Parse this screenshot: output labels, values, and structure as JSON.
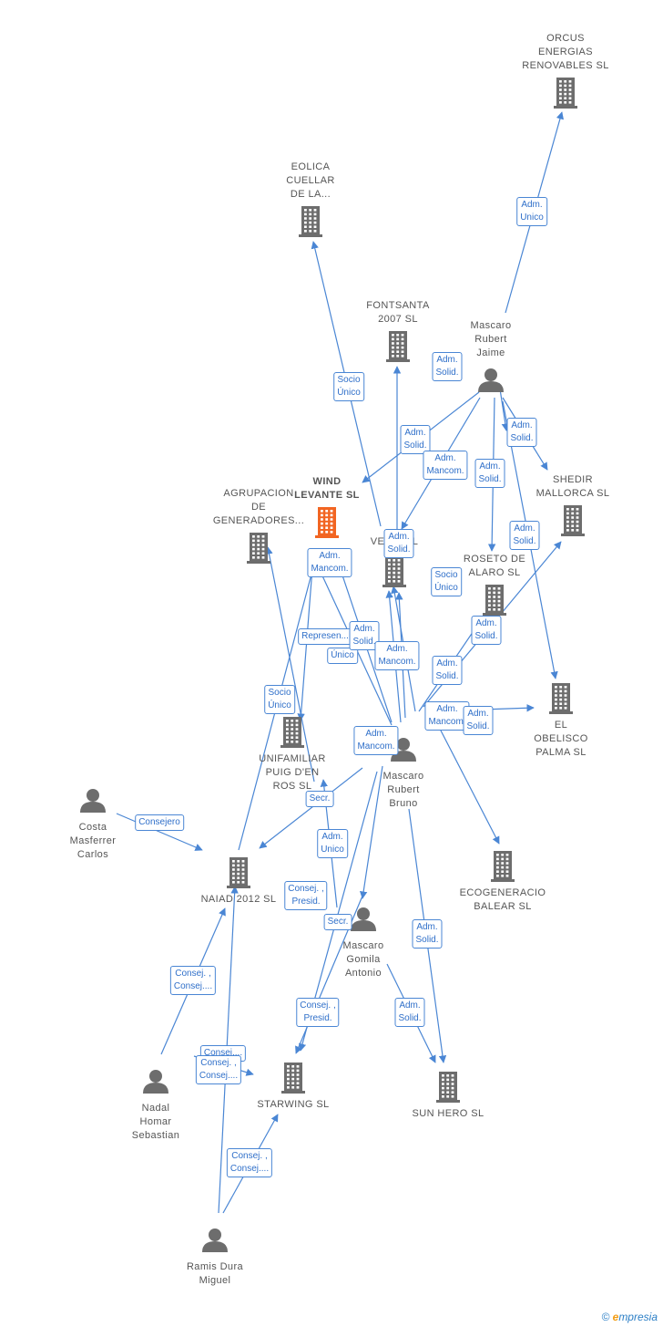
{
  "colors": {
    "edge": "#4a86d4",
    "node": "#6d6d6d",
    "focus": "#f26522"
  },
  "nodes": [
    {
      "id": "orcus",
      "type": "company",
      "lines": [
        "ORCUS",
        "ENERGIAS",
        "RENOVABLES SL"
      ]
    },
    {
      "id": "eolica",
      "type": "company",
      "lines": [
        "EOLICA",
        "CUELLAR",
        "DE LA..."
      ]
    },
    {
      "id": "fontsanta",
      "type": "company",
      "lines": [
        "FONTSANTA",
        "2007 SL"
      ]
    },
    {
      "id": "wind",
      "type": "focus",
      "lines": [
        "WIND",
        "LEVANTE  SL"
      ]
    },
    {
      "id": "agrupacion",
      "type": "company",
      "lines": [
        "AGRUPACION",
        "DE",
        "GENERADORES..."
      ]
    },
    {
      "id": "vegas",
      "type": "company",
      "lines": [
        "VEG...  SL"
      ]
    },
    {
      "id": "shedir",
      "type": "company",
      "lines": [
        "SHEDIR",
        "MALLORCA SL"
      ]
    },
    {
      "id": "roseto",
      "type": "company",
      "lines": [
        "ROSETO DE",
        "ALARO  SL"
      ]
    },
    {
      "id": "obelisco",
      "type": "company",
      "lines": [
        "EL",
        "OBELISCO",
        "PALMA SL"
      ]
    },
    {
      "id": "unifamiliar",
      "type": "company",
      "lines": [
        "UNIFAMILIAR",
        "PUIG D'EN",
        "ROS  SL"
      ]
    },
    {
      "id": "ecogeneracio",
      "type": "company",
      "lines": [
        "ECOGENERACIO",
        "BALEAR  SL"
      ]
    },
    {
      "id": "naiad",
      "type": "company",
      "lines": [
        "NAIAD 2012 SL"
      ]
    },
    {
      "id": "starwing",
      "type": "company",
      "lines": [
        "STARWING  SL"
      ]
    },
    {
      "id": "sunhero",
      "type": "company",
      "lines": [
        "SUN HERO  SL"
      ]
    },
    {
      "id": "jaime",
      "type": "person",
      "lines": [
        "Mascaro",
        "Rubert",
        "Jaime"
      ]
    },
    {
      "id": "bruno",
      "type": "person",
      "lines": [
        "Mascaro",
        "Rubert",
        "Bruno"
      ]
    },
    {
      "id": "antonio",
      "type": "person",
      "lines": [
        "Mascaro",
        "Gomila",
        "Antonio"
      ]
    },
    {
      "id": "costa",
      "type": "person",
      "lines": [
        "Costa",
        "Masferrer",
        "Carlos"
      ]
    },
    {
      "id": "nadal",
      "type": "person",
      "lines": [
        "Nadal",
        "Homar",
        "Sebastian"
      ]
    },
    {
      "id": "ramis",
      "type": "person",
      "lines": [
        "Ramis Dura",
        "Miguel"
      ]
    }
  ],
  "relations": [
    {
      "id": "r1",
      "lines": [
        "Adm.",
        "Unico"
      ]
    },
    {
      "id": "r2",
      "lines": [
        "Socio",
        "Único"
      ]
    },
    {
      "id": "r3",
      "lines": [
        "Adm.",
        "Solid."
      ]
    },
    {
      "id": "r4",
      "lines": [
        "Adm.",
        "Solid."
      ]
    },
    {
      "id": "r5",
      "lines": [
        "Adm.",
        "Solid."
      ]
    },
    {
      "id": "r6",
      "lines": [
        "Adm.",
        "Mancom."
      ]
    },
    {
      "id": "r7",
      "lines": [
        "Adm.",
        "Solid."
      ]
    },
    {
      "id": "r8",
      "lines": [
        "Adm.",
        "Solid."
      ]
    },
    {
      "id": "r9",
      "lines": [
        "Adm.",
        "Solid."
      ]
    },
    {
      "id": "r10",
      "lines": [
        "Adm.",
        "Mancom."
      ]
    },
    {
      "id": "r11",
      "lines": [
        "Socio",
        "Único"
      ]
    },
    {
      "id": "r12",
      "lines": [
        "Adm.",
        "Solid."
      ]
    },
    {
      "id": "r13",
      "lines": [
        "Represen..."
      ]
    },
    {
      "id": "r14",
      "lines": [
        "Único"
      ]
    },
    {
      "id": "r15",
      "lines": [
        "Adm.",
        "Solid."
      ]
    },
    {
      "id": "r16",
      "lines": [
        "Adm.",
        "Mancom."
      ]
    },
    {
      "id": "r17",
      "lines": [
        "Adm.",
        "Solid."
      ]
    },
    {
      "id": "r18",
      "lines": [
        "Socio",
        "Único"
      ]
    },
    {
      "id": "r19",
      "lines": [
        "Adm.",
        "Mancom."
      ]
    },
    {
      "id": "r20",
      "lines": [
        "Adm.",
        "Solid."
      ]
    },
    {
      "id": "r21",
      "lines": [
        "Adm.",
        "Mancom."
      ]
    },
    {
      "id": "r22",
      "lines": [
        "Consejero"
      ]
    },
    {
      "id": "r23",
      "lines": [
        "Secr."
      ]
    },
    {
      "id": "r24",
      "lines": [
        "Adm.",
        "Unico"
      ]
    },
    {
      "id": "r25",
      "lines": [
        "Consej. ,",
        "Presid."
      ]
    },
    {
      "id": "r26",
      "lines": [
        "Secr."
      ]
    },
    {
      "id": "r27",
      "lines": [
        "Adm.",
        "Solid."
      ]
    },
    {
      "id": "r28",
      "lines": [
        "Consej. ,",
        "Consej...."
      ]
    },
    {
      "id": "r29",
      "lines": [
        "Consej. ,",
        "Presid."
      ]
    },
    {
      "id": "r30",
      "lines": [
        "Adm.",
        "Solid."
      ]
    },
    {
      "id": "r31",
      "lines": [
        "Consej...."
      ]
    },
    {
      "id": "r32",
      "lines": [
        "Consej. ,",
        "Consej...."
      ]
    },
    {
      "id": "r33",
      "lines": [
        "Consej. ,",
        "Consej...."
      ]
    }
  ],
  "footer": {
    "copyright": "©",
    "brand_e": "e",
    "brand_rest": "mpresia"
  }
}
